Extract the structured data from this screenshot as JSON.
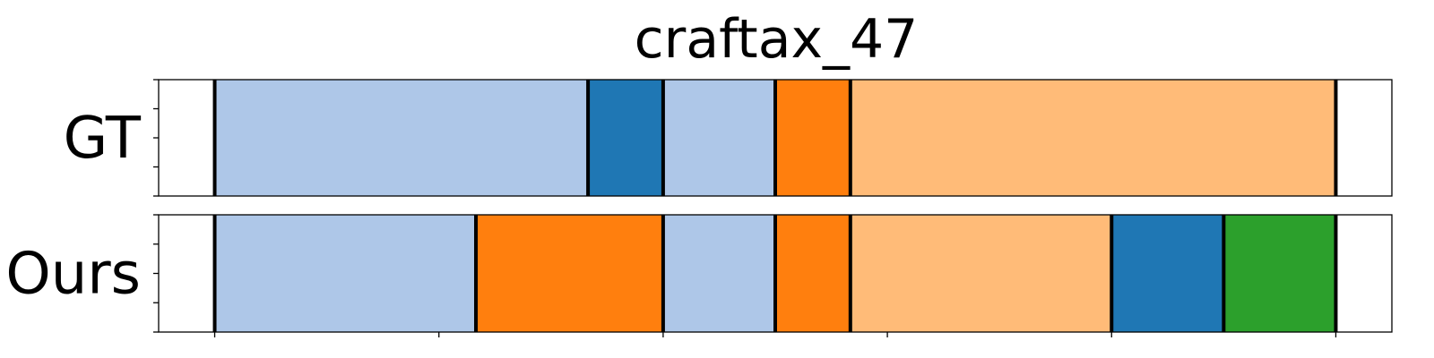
{
  "chart_data": {
    "type": "segmentation-timeline",
    "title": "craftax_47",
    "xlim": [
      -0.5,
      10.5
    ],
    "colors": {
      "lightblue": "#aec7e8",
      "blue": "#1f77b4",
      "orange": "#ff7f0e",
      "lightorange": "#ffbb78",
      "green": "#2ca02c"
    },
    "rows": [
      {
        "label": "GT",
        "segments": [
          {
            "start": 0.0,
            "end": 3.33,
            "color": "lightblue"
          },
          {
            "start": 3.33,
            "end": 4.0,
            "color": "blue"
          },
          {
            "start": 4.0,
            "end": 5.0,
            "color": "lightblue"
          },
          {
            "start": 5.0,
            "end": 5.67,
            "color": "orange"
          },
          {
            "start": 5.67,
            "end": 10.0,
            "color": "lightorange"
          }
        ]
      },
      {
        "label": "Ours",
        "segments": [
          {
            "start": 0.0,
            "end": 2.33,
            "color": "lightblue"
          },
          {
            "start": 2.33,
            "end": 4.0,
            "color": "orange"
          },
          {
            "start": 4.0,
            "end": 5.0,
            "color": "lightblue"
          },
          {
            "start": 5.0,
            "end": 5.67,
            "color": "orange"
          },
          {
            "start": 5.67,
            "end": 8.0,
            "color": "lightorange"
          },
          {
            "start": 8.0,
            "end": 9.0,
            "color": "blue"
          },
          {
            "start": 9.0,
            "end": 10.0,
            "color": "green"
          }
        ]
      }
    ],
    "xticks": [
      0,
      2,
      4,
      6,
      8,
      10
    ],
    "ytick_count": 5
  }
}
